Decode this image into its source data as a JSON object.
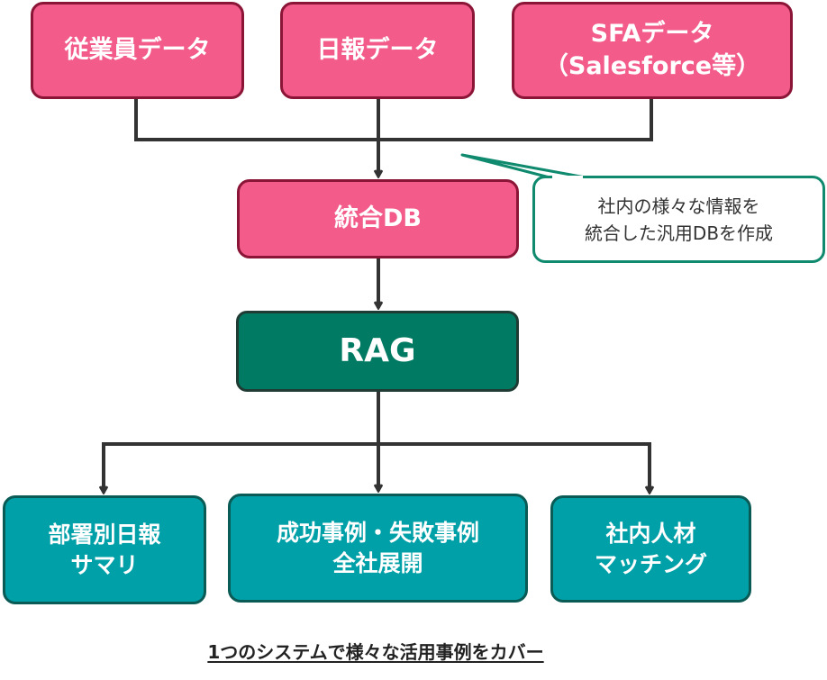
{
  "sources": {
    "employee": [
      "従業員データ"
    ],
    "daily_report": [
      "日報データ"
    ],
    "sfa": [
      "SFAデータ",
      "（Salesforce等）"
    ]
  },
  "integrated_db": [
    "統合DB"
  ],
  "callout": [
    "社内の様々な情報を",
    "統合した汎用DBを作成"
  ],
  "rag": [
    "RAG"
  ],
  "use_cases": {
    "dept_summary": [
      "部署別日報",
      "サマリ"
    ],
    "case_sharing": [
      "成功事例・失敗事例",
      "全社展開"
    ],
    "talent_matching": [
      "社内人材",
      "マッチング"
    ]
  },
  "footer": "1つのシステムで様々な活用事例をカバー",
  "colors": {
    "source_fill": "#f25b8a",
    "source_border": "#8b1537",
    "rag_fill": "#007a63",
    "use_case_fill": "#00a0a8",
    "callout_border": "#0f8a6e",
    "connector": "#333333"
  }
}
